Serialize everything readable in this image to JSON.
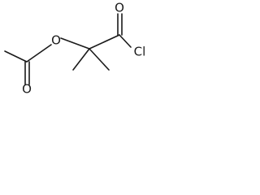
{
  "molecule": {
    "atoms": {
      "ester_oxygen": "O",
      "carbonyl_oxygen_acyl": "O",
      "carbonyl_oxygen_acetyl": "O",
      "chlorine": "Cl"
    }
  }
}
